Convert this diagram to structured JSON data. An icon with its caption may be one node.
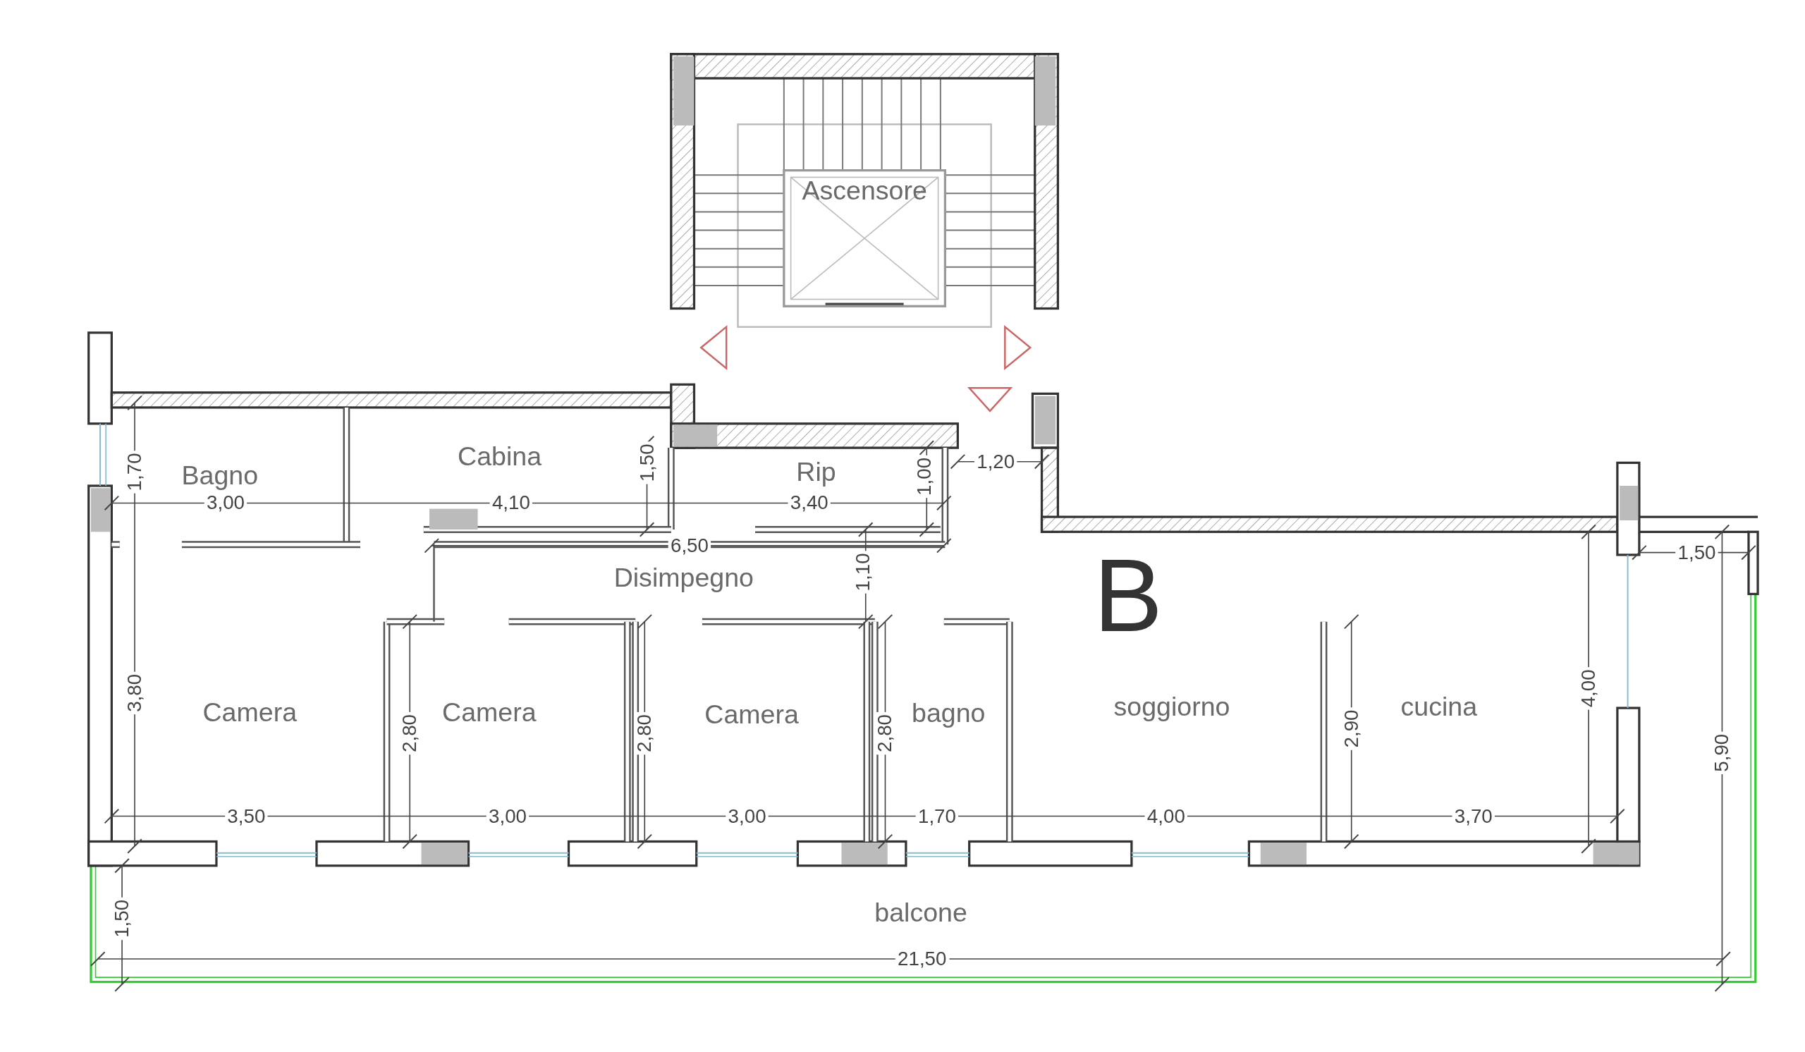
{
  "diagram": {
    "labels": [
      "Ascensore",
      "1,70",
      "Cabina",
      "1,50",
      "Bagno",
      "Rip",
      "1,00",
      "1,20",
      "3,00",
      "4,10",
      "3,40",
      "6,50",
      "1,50",
      "Disimpegno",
      "1,10",
      "B",
      "3,80",
      "Camera",
      "Camera",
      "Camera",
      "bagno",
      "soggiorno",
      "cucina",
      "2,80",
      "2,80",
      "2,80",
      "2,90",
      "4,00",
      "5,90",
      "3,50",
      "3,00",
      "3,00",
      "1,70",
      "4,00",
      "3,70",
      "balcone",
      "1,50",
      "21,50"
    ]
  }
}
